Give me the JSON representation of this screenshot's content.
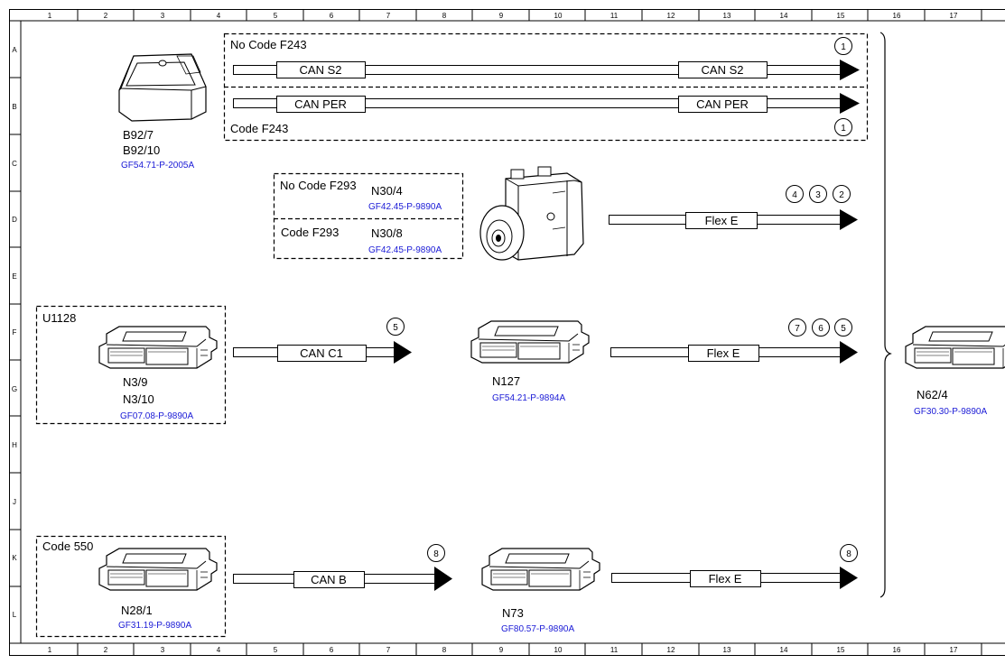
{
  "grid": {
    "columns": [
      "1",
      "2",
      "3",
      "4",
      "5",
      "6",
      "7",
      "8",
      "9",
      "10",
      "11",
      "12",
      "13",
      "14",
      "15",
      "16",
      "17"
    ],
    "rows": [
      "A",
      "B",
      "C",
      "D",
      "E",
      "F",
      "G",
      "H",
      "J",
      "K",
      "L"
    ]
  },
  "groups": {
    "no_code_f243": "No Code F243",
    "code_f243": "Code F243",
    "no_code_f293": "No Code F293",
    "code_f293": "Code F293",
    "u1128": "U1128",
    "code_550": "Code 550"
  },
  "components": {
    "b92_7": "B92/7",
    "b92_10": "B92/10",
    "b92_ref": "GF54.71-P-2005A",
    "n30_4": "N30/4",
    "n30_4_ref": "GF42.45-P-9890A",
    "n30_8": "N30/8",
    "n30_8_ref": "GF42.45-P-9890A",
    "n3_9": "N3/9",
    "n3_10": "N3/10",
    "n3_ref": "GF07.08-P-9890A",
    "n127": "N127",
    "n127_ref": "GF54.21-P-9894A",
    "n62_4": "N62/4",
    "n62_4_ref": "GF30.30-P-9890A",
    "n28_1": "N28/1",
    "n28_1_ref": "GF31.19-P-9890A",
    "n73": "N73",
    "n73_ref": "GF80.57-P-9890A"
  },
  "buses": {
    "can_s2": "CAN S2",
    "can_per": "CAN PER",
    "flex_e": "Flex E",
    "can_c1": "CAN C1",
    "can_b": "CAN B"
  },
  "circles": {
    "c1": "1",
    "c2": "2",
    "c3": "3",
    "c4": "4",
    "c5": "5",
    "c6": "6",
    "c7": "7",
    "c8": "8"
  }
}
